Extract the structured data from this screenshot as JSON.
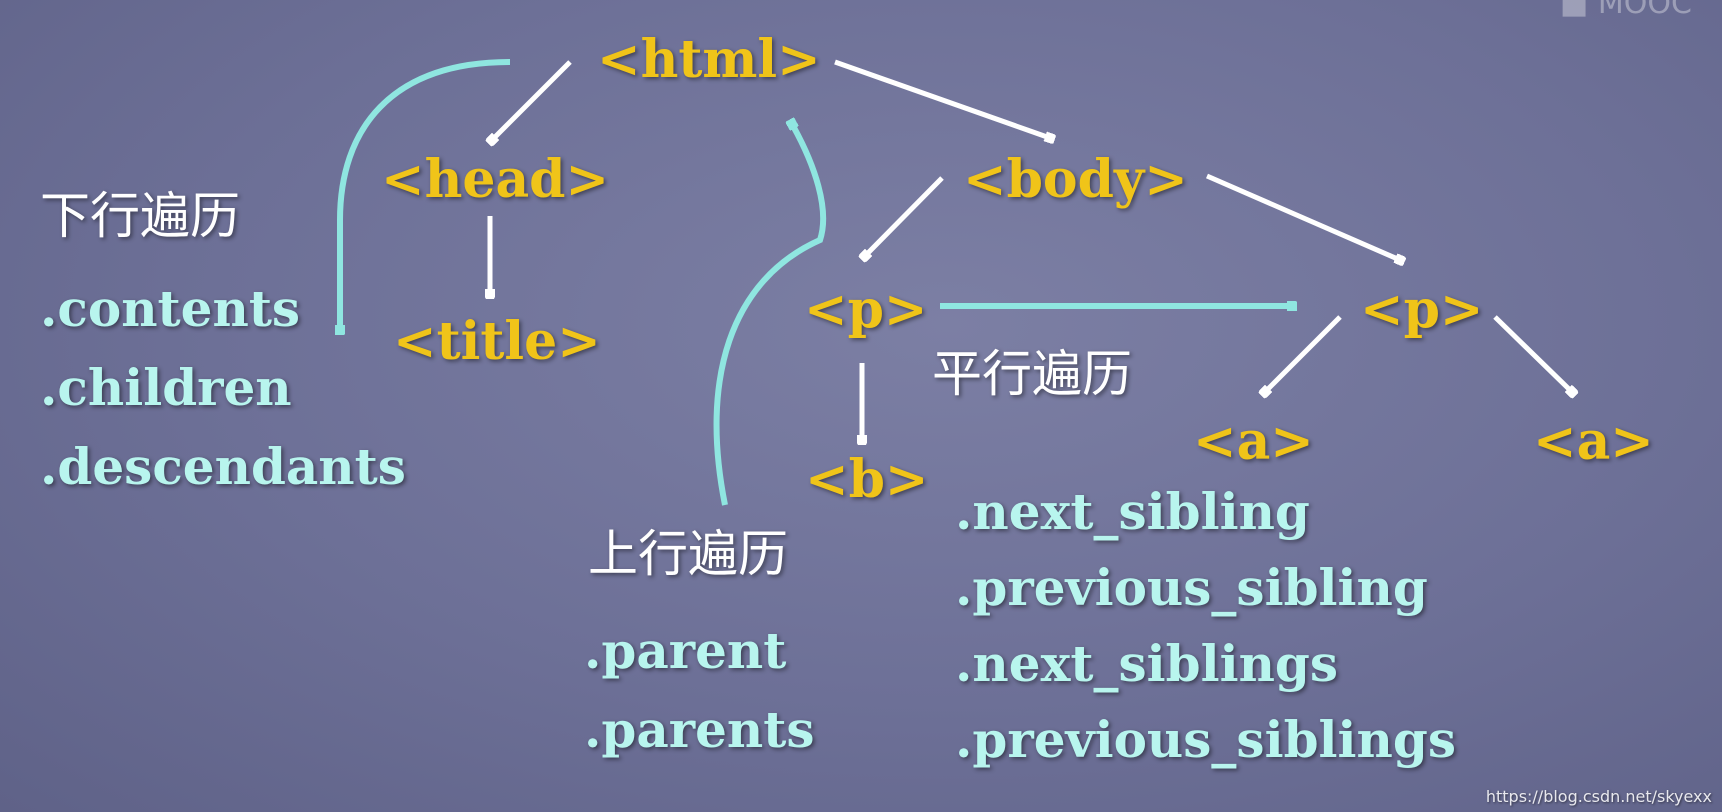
{
  "nodes": {
    "html": "<html>",
    "head": "<head>",
    "title": "<title>",
    "body": "<body>",
    "p1": "<p>",
    "p2": "<p>",
    "b": "<b>",
    "a1": "<a>",
    "a2": "<a>"
  },
  "down": {
    "heading": "下行遍历",
    "props": [
      ".contents",
      ".children",
      ".descendants"
    ]
  },
  "up": {
    "heading": "上行遍历",
    "props": [
      ".parent",
      ".parents"
    ]
  },
  "side": {
    "heading": "平行遍历",
    "props": [
      ".next_sibling",
      ".previous_sibling",
      ".next_siblings",
      ".previous_siblings"
    ]
  },
  "watermark": "https://blog.csdn.net/skyexx",
  "colors": {
    "tag": "#f0c419",
    "property": "#b8f5ee",
    "traversal_arrow": "#8fe6e0",
    "tree_arrow": "#ffffff"
  }
}
